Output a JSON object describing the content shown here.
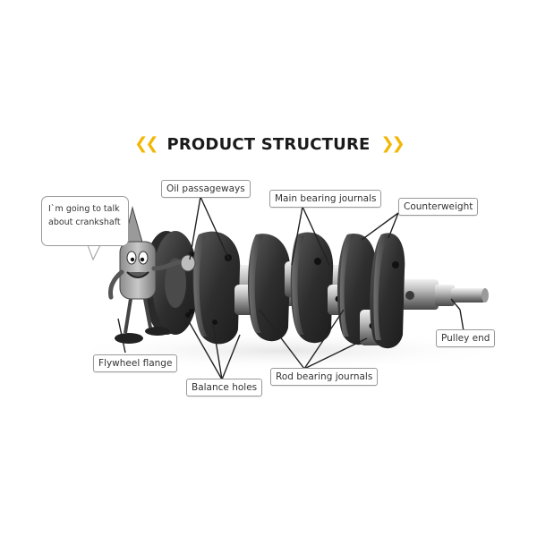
{
  "header": {
    "title": "PRODUCT STRUCTURE",
    "left_chevrons": "❮❮",
    "right_chevrons": "❯❯",
    "accent_color": "#f2b705"
  },
  "speech_bubble": {
    "line1": "I`m going to talk",
    "line2": "about crankshaft"
  },
  "labels": {
    "oil_passageways": "Oil passageways",
    "main_bearing_journals": "Main bearing journals",
    "counterweight": "Counterweight",
    "pulley_end": "Pulley end",
    "flywheel_flange": "Flywheel flange",
    "balance_holes": "Balance holes",
    "rod_bearing_journals": "Rod bearing journals"
  },
  "icons": {
    "chevron_left": "chevron-left-icon",
    "chevron_right": "chevron-right-icon",
    "mascot": "crankshaft-mascot-icon",
    "crankshaft": "crankshaft-illustration"
  }
}
